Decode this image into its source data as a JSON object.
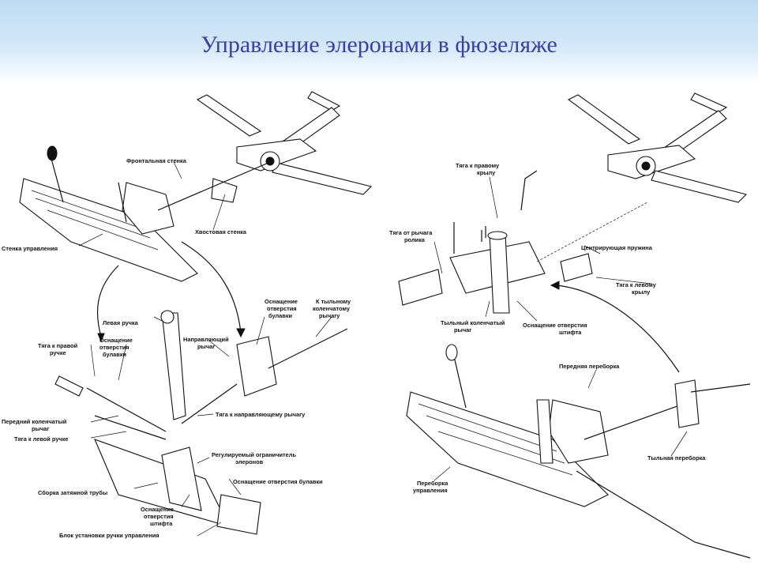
{
  "slide": {
    "title": "Управление элеронами в фюзеляже"
  },
  "left": {
    "labels": {
      "front_wall": "Фронтальная стенка",
      "tail_wall": "Хвостовая стенка",
      "control_wall": "Стенка управления",
      "left_stick": "Левая ручка",
      "pull_right_stick": [
        "Тяга к правой",
        "ручке"
      ],
      "pin_hole_fitting_1": [
        "Оснащение",
        "отверстия",
        "булавки"
      ],
      "front_bellcrank": [
        "Передний коленчатый",
        "рычаг"
      ],
      "pull_left_stick": "Тяга к левой ручке",
      "torque_tube_assy": "Сборка затяжной трубы",
      "pin_hole_fitting_2": [
        "Оснащение",
        "отверстия",
        "штифта"
      ],
      "stick_mount_block": "Блок установки ручки управления",
      "adj_stop": [
        "Регулируемый ограничитель",
        "элеронов"
      ],
      "pin_hole_fitting_3": "Оснащение отверстия булавки",
      "pull_guide_lever": "Тяга к направляющему рычагу",
      "guide_lever": [
        "Направляющий",
        "рычаг"
      ],
      "pin_hole_fitting_4": [
        "Оснащение",
        "отверстия",
        "булавки"
      ],
      "to_rear_bellcrank": [
        "К тыльному",
        "коленчатому",
        "рычагу"
      ]
    }
  },
  "right": {
    "labels": {
      "pull_right_wing": [
        "Тяга к правому",
        "крылу"
      ],
      "pull_roller_lever": [
        "Тяга от рычага",
        "ролика"
      ],
      "centering_spring": "Центрирующая пружина",
      "pull_left_wing": [
        "Тяга к левому",
        "крылу"
      ],
      "rear_bellcrank": [
        "Тыльный коленчатый",
        "рычаг"
      ],
      "pin_hole_fitting": [
        "Оснащение отверстия",
        "штифта"
      ],
      "front_bulkhead": "Передняя переборка",
      "rear_bulkhead": "Тыльная переборка",
      "control_bulkhead": [
        "Переборка",
        "управления"
      ]
    }
  }
}
